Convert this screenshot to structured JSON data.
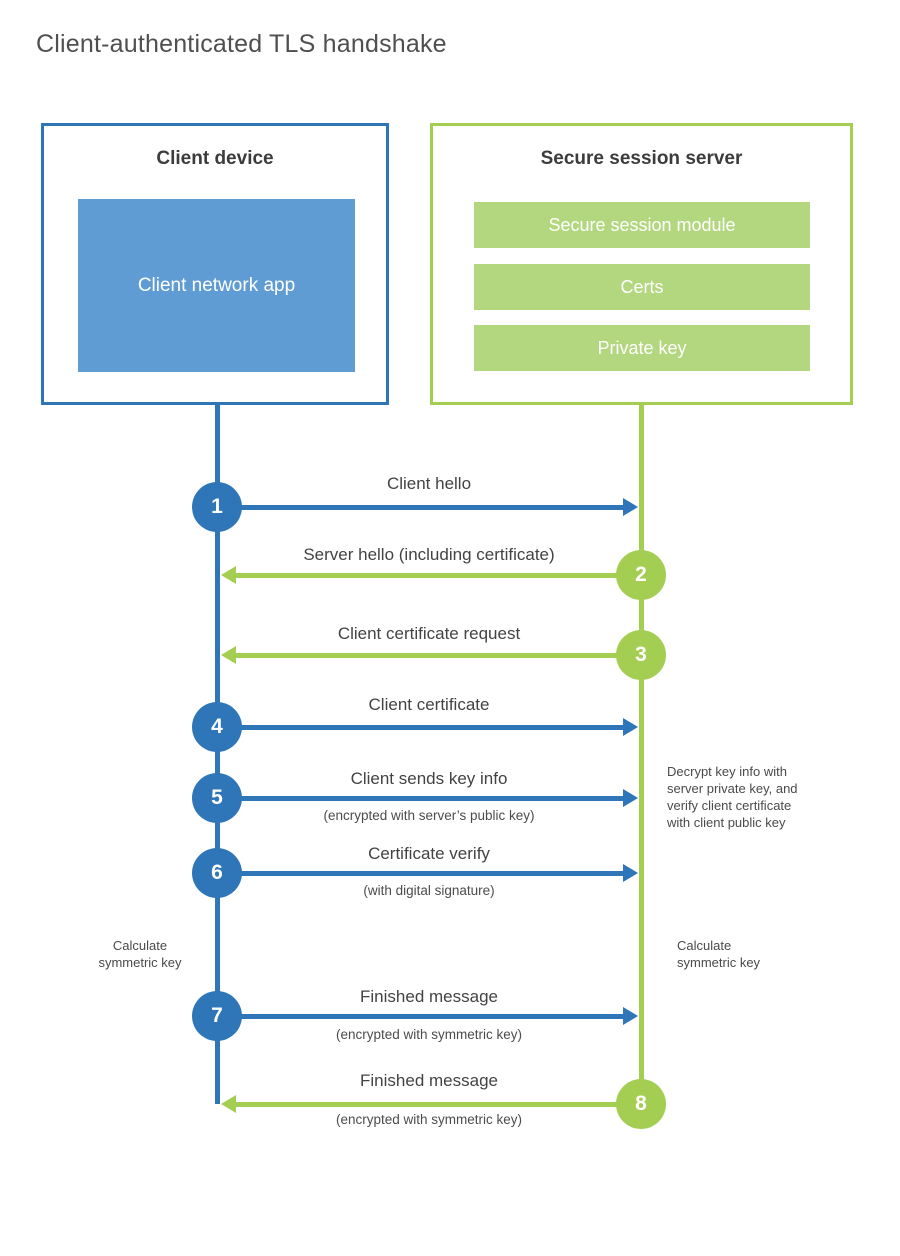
{
  "title": "Client-authenticated TLS handshake",
  "colors": {
    "blue_accent": "#2e76b8",
    "blue_fill": "#5f9cd4",
    "green_accent": "#a4ce51",
    "green_fill": "#b2d77e"
  },
  "client": {
    "heading": "Client device",
    "app_label": "Client network app"
  },
  "server": {
    "heading": "Secure session server",
    "modules": [
      "Secure session module",
      "Certs",
      "Private key"
    ]
  },
  "messages": [
    {
      "num": "1",
      "label": "Client hello",
      "sub": "",
      "direction": "client-to-server"
    },
    {
      "num": "2",
      "label": "Server hello (including certificate)",
      "sub": "",
      "direction": "server-to-client"
    },
    {
      "num": "3",
      "label": "Client certificate request",
      "sub": "",
      "direction": "server-to-client"
    },
    {
      "num": "4",
      "label": "Client certificate",
      "sub": "",
      "direction": "client-to-server"
    },
    {
      "num": "5",
      "label": "Client sends key info",
      "sub": "(encrypted with server’s public key)",
      "direction": "client-to-server"
    },
    {
      "num": "6",
      "label": "Certificate verify",
      "sub": "(with digital signature)",
      "direction": "client-to-server"
    },
    {
      "num": "7",
      "label": "Finished message",
      "sub": "(encrypted with symmetric key)",
      "direction": "client-to-server"
    },
    {
      "num": "8",
      "label": "Finished message",
      "sub": "(encrypted with symmetric key)",
      "direction": "server-to-client"
    }
  ],
  "annotations": {
    "decrypt_lines": [
      "Decrypt key info with",
      "server private key, and",
      "verify client certificate",
      "with client public key"
    ],
    "calc_line1": "Calculate",
    "calc_line2": "symmetric key"
  }
}
